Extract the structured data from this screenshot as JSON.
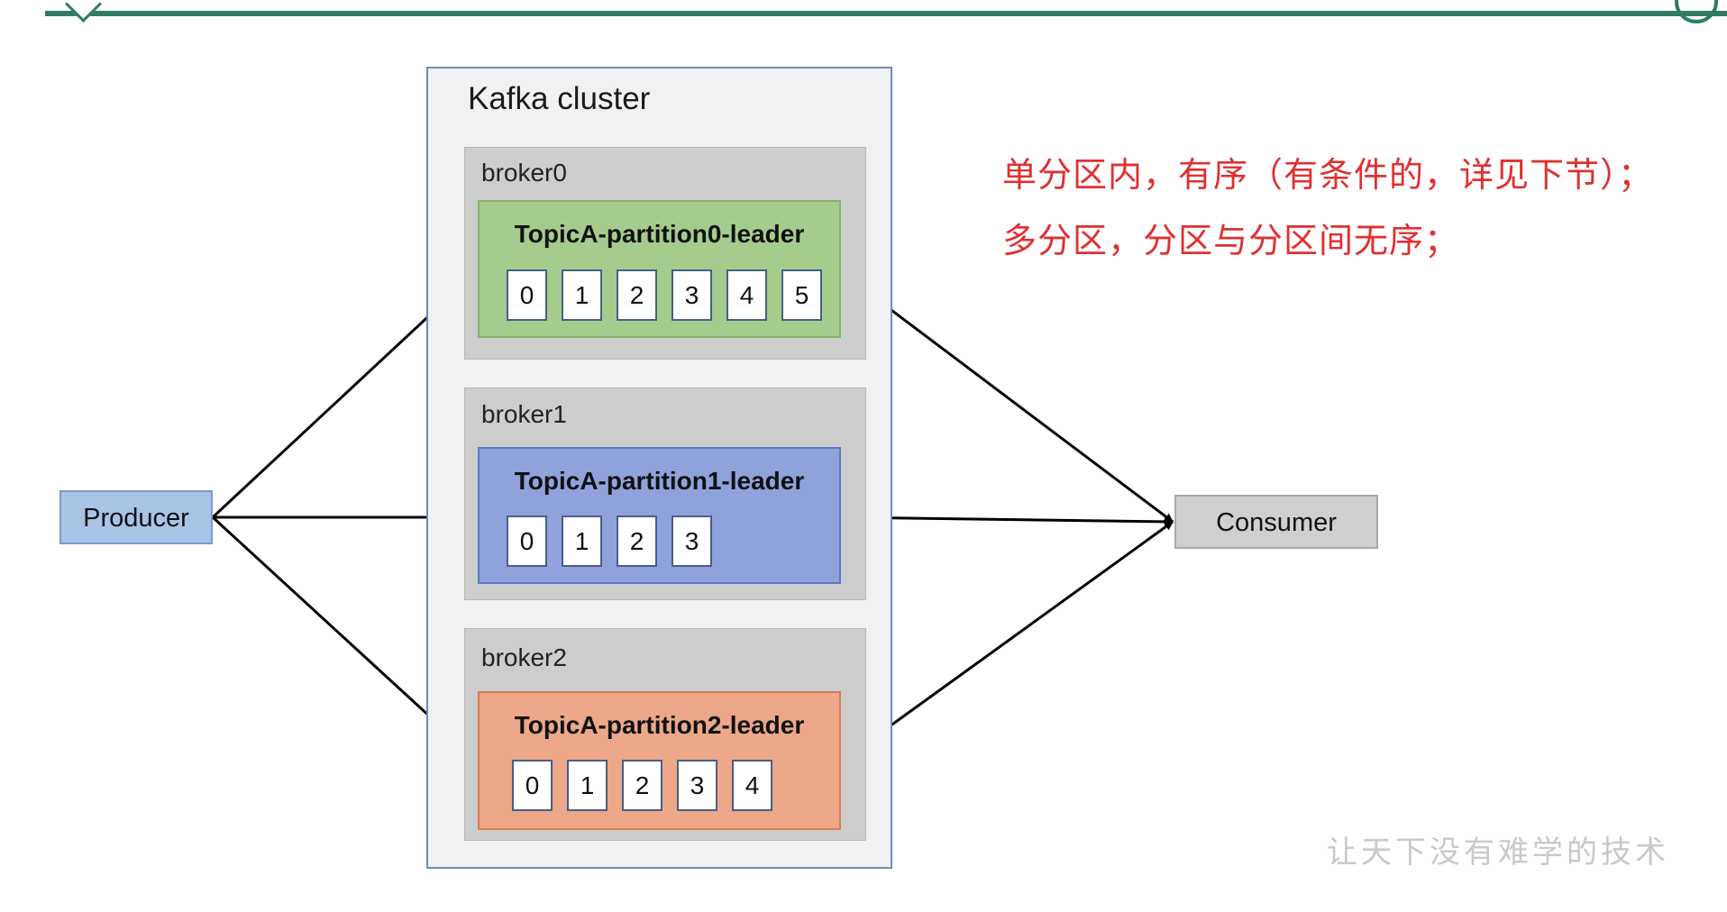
{
  "cluster": {
    "title": "Kafka cluster"
  },
  "brokers": [
    {
      "label": "broker0",
      "partition": {
        "title": "TopicA-partition0-leader",
        "offsets": [
          "0",
          "1",
          "2",
          "3",
          "4",
          "5"
        ],
        "color": "#a6cc8d"
      }
    },
    {
      "label": "broker1",
      "partition": {
        "title": "TopicA-partition1-leader",
        "offsets": [
          "0",
          "1",
          "2",
          "3"
        ],
        "color": "#8fa2dc"
      }
    },
    {
      "label": "broker2",
      "partition": {
        "title": "TopicA-partition2-leader",
        "offsets": [
          "0",
          "1",
          "2",
          "3",
          "4"
        ],
        "color": "#eca889"
      }
    }
  ],
  "producer": {
    "label": "Producer"
  },
  "consumer": {
    "label": "Consumer"
  },
  "notes": [
    "单分区内，有序（有条件的，详见下节）；",
    "多分区，分区与分区间无序；"
  ],
  "watermark": "让天下没有难学的技术",
  "colors": {
    "note": "#e03030",
    "accent": "#2e7d5e"
  }
}
